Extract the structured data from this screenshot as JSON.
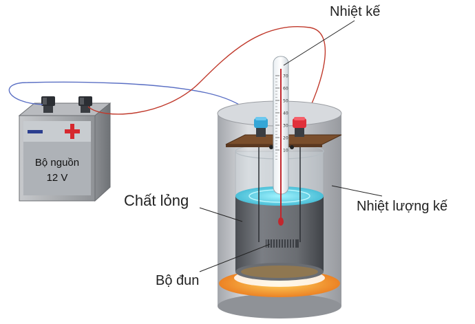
{
  "labels": {
    "thermometer": "Nhiệt kế",
    "calorimeter": "Nhiệt lượng kế",
    "liquid": "Chất lỏng",
    "heater": "Bộ đun"
  },
  "power_source": {
    "name": "Bộ nguồn",
    "voltage": "12 V",
    "minus_symbol": "−",
    "plus_symbol": "+"
  },
  "thermometer_scale": [
    "70",
    "60",
    "50",
    "40",
    "30",
    "20",
    "10"
  ],
  "colors": {
    "wire_red": "#c0392b",
    "wire_blue": "#5a6fc4",
    "terminal_red": "#e0303a",
    "terminal_blue": "#35a6d6",
    "heater_plate": "#f28a1e",
    "lid_wood": "#7a4e2c",
    "liquid": "#6fd0e0"
  }
}
